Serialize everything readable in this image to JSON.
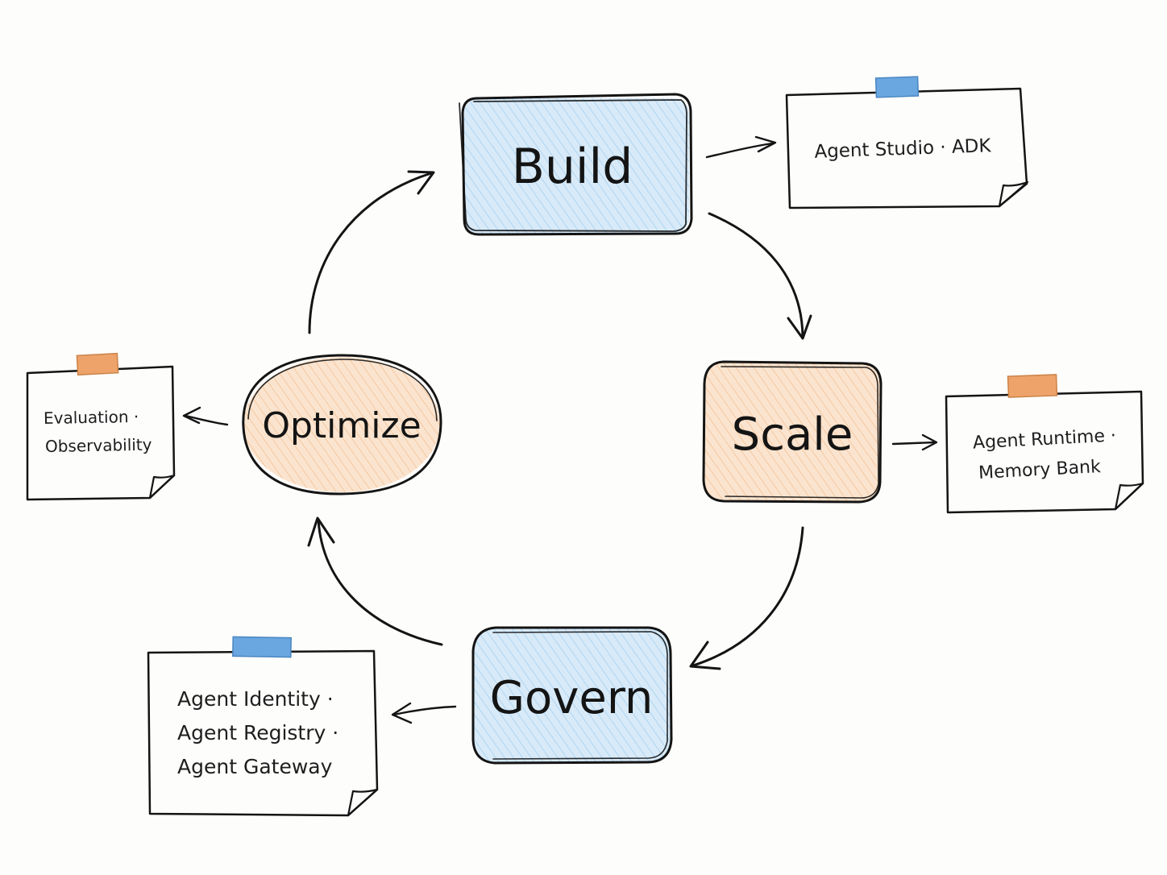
{
  "colors": {
    "blue_fill": "#d5e8f7",
    "blue_hatch": "#8ec3ea",
    "orange_fill": "#fbe3cc",
    "orange_hatch": "#efb07c",
    "blue_note": "#e3f0fa",
    "orange_note": "#fbe6d2",
    "tape_blue": "#6aa7e0",
    "tape_orange": "#eda36a",
    "ink": "#141414"
  },
  "stages": {
    "build": {
      "label": "Build"
    },
    "scale": {
      "label": "Scale"
    },
    "govern": {
      "label": "Govern"
    },
    "optimize": {
      "label": "Optimize"
    }
  },
  "notes": {
    "build": {
      "line1": "Agent Studio · ADK"
    },
    "scale": {
      "line1": "Agent Runtime ·",
      "line2": "Memory Bank"
    },
    "govern": {
      "line1": "Agent Identity ·",
      "line2": "Agent Registry ·",
      "line3": "Agent Gateway"
    },
    "optimize": {
      "line1": "Evaluation ·",
      "line2": "Observability"
    }
  }
}
